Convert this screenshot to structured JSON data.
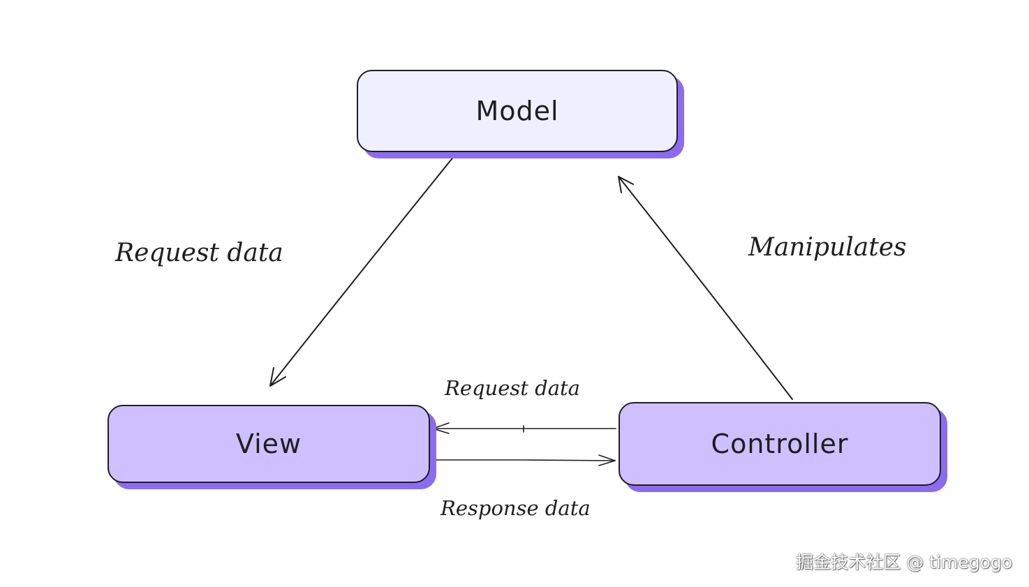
{
  "diagram": {
    "nodes": {
      "model": "Model",
      "view": "View",
      "controller": "Controller"
    },
    "edges": {
      "model_to_view": "Request data",
      "controller_to_model": "Manipulates",
      "controller_to_view": "Request data",
      "view_to_controller": "Response data"
    }
  },
  "watermark": "掘金技术社区 @ timegogo",
  "colors": {
    "model_fill": "#f0efff",
    "view_controller_fill": "#d0bfff",
    "shadow": "#8b6cf0",
    "stroke": "#1e1e1e"
  }
}
